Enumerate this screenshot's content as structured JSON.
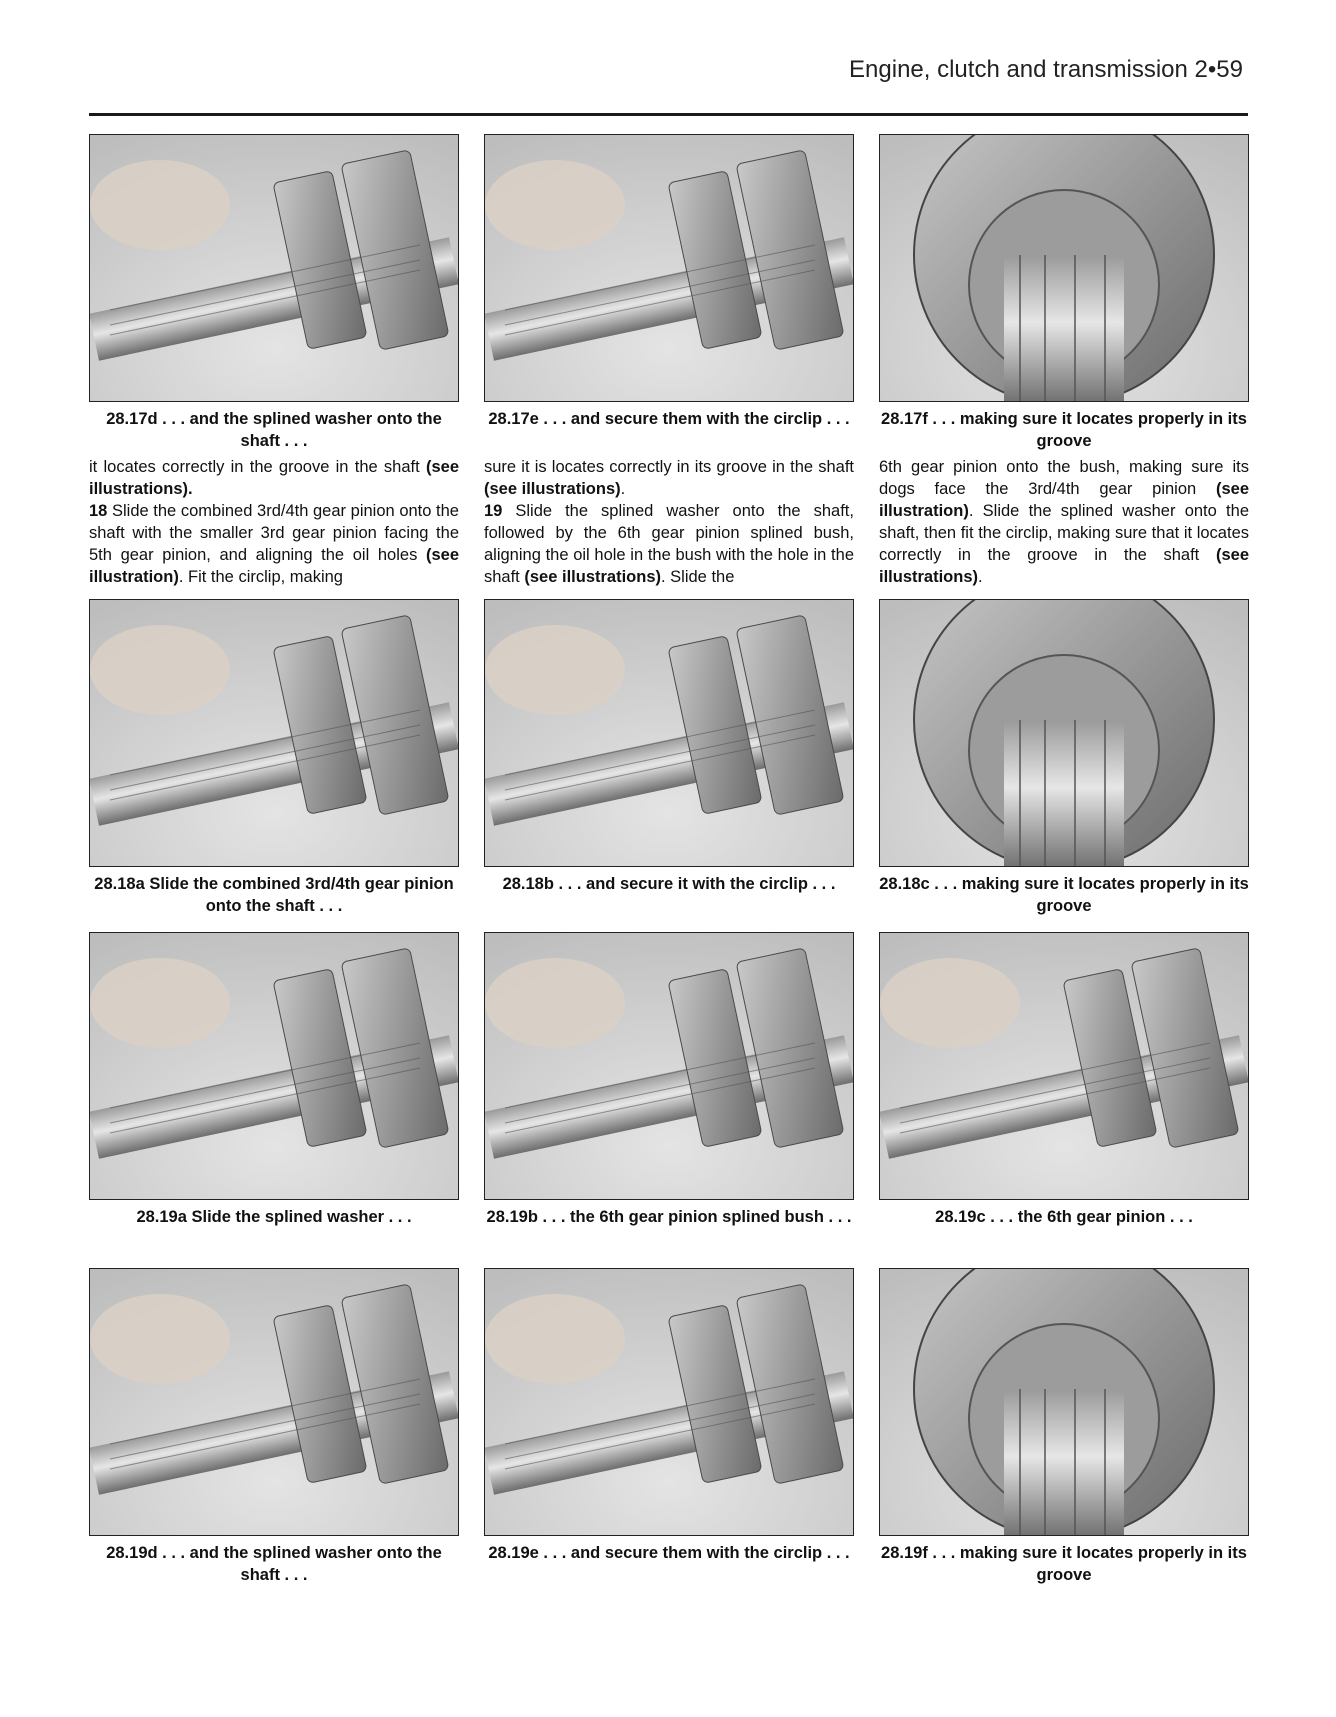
{
  "header": {
    "title": "Engine, clutch and transmission 2•59"
  },
  "rows": [
    [
      {
        "caption": "28.17d . . . and the splined washer onto the shaft . . ."
      },
      {
        "caption": "28.17e . . . and secure them with the circlip . . ."
      },
      {
        "caption": "28.17f . . . making sure it locates properly in its groove"
      }
    ],
    [
      {
        "caption": "28.18a Slide the combined 3rd/4th gear pinion onto the shaft . . ."
      },
      {
        "caption": "28.18b . . . and secure it with the circlip . . ."
      },
      {
        "caption": "28.18c . . . making sure it locates properly in its groove"
      }
    ],
    [
      {
        "caption": "28.19a Slide the splined washer . . ."
      },
      {
        "caption": "28.19b . . . the 6th gear pinion splined bush . . ."
      },
      {
        "caption": "28.19c . . . the 6th gear pinion . . ."
      }
    ],
    [
      {
        "caption": "28.19d . . . and the splined washer onto the shaft . . ."
      },
      {
        "caption": "28.19e . . . and secure them with the circlip . . ."
      },
      {
        "caption": "28.19f . . . making sure it locates properly in its groove"
      }
    ]
  ],
  "text": {
    "col1": {
      "line1": "it locates correctly in the groove in the shaft",
      "ref1": "(see illustrations).",
      "num18": "18",
      "p18a": "Slide the combined 3rd/4th gear pinion onto the shaft with the smaller 3rd gear pinion facing the 5th gear pinion, and aligning the oil holes",
      "ref2": "(see illustration)",
      "p18b": ". Fit the circlip, making"
    },
    "col2": {
      "line1": "sure it is locates correctly in its groove in the shaft",
      "ref1": "(see illustrations)",
      "dot": ".",
      "num19": "19",
      "p19a": "Slide the splined washer onto the shaft, followed by the 6th gear pinion splined bush, aligning the oil hole in the bush with the hole in the shaft",
      "ref2": "(see illustrations)",
      "p19b": ". Slide the"
    },
    "col3": {
      "p1": "6th gear pinion onto the bush, making sure its dogs face the 3rd/4th gear pinion",
      "ref1": "(see illustration)",
      "p2": ". Slide the splined washer onto the shaft, then fit the circlip, making sure that it locates correctly in the groove in the shaft",
      "ref2": "(see illustrations)",
      "dot": "."
    }
  }
}
